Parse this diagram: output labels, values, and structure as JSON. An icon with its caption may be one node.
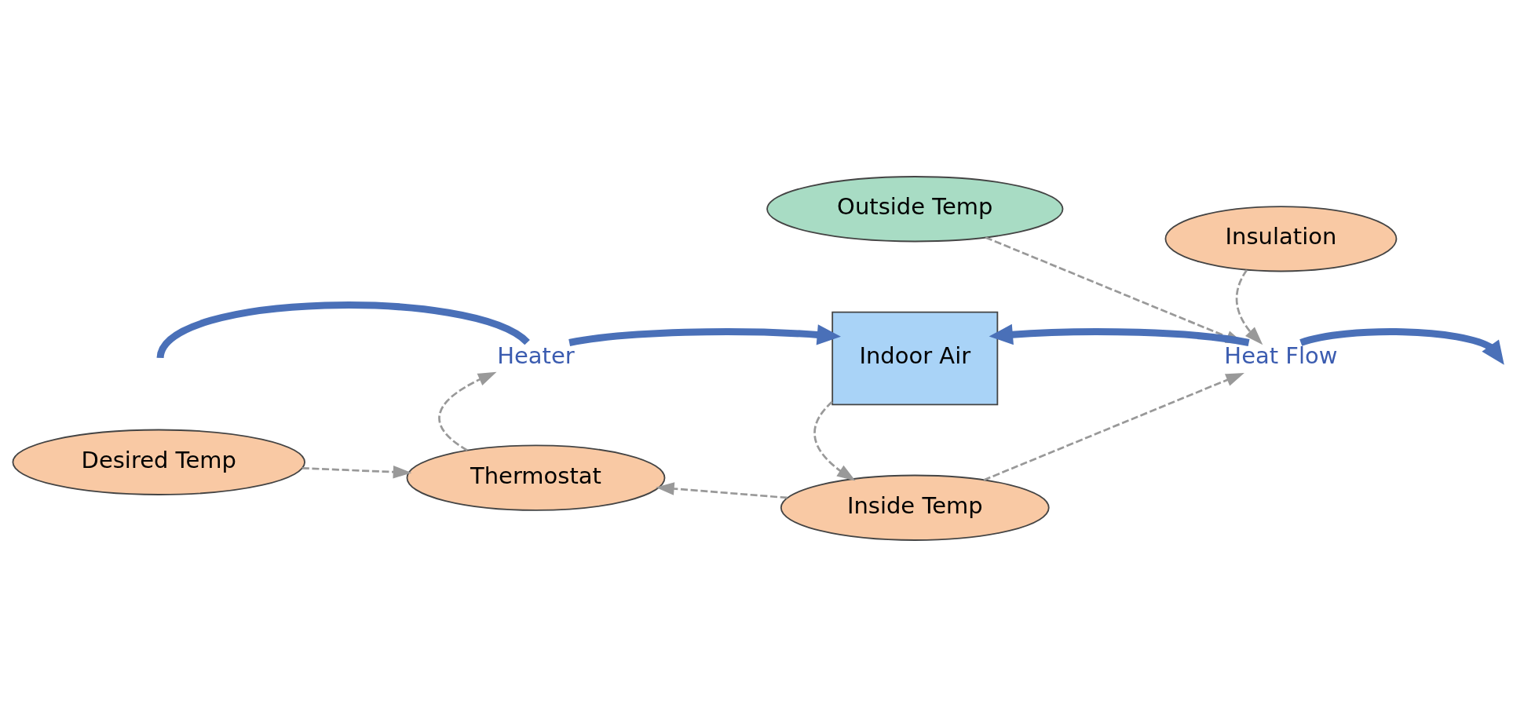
{
  "diagram": {
    "nodes": [
      {
        "text": [
          "Outside Temp"
        ]
      },
      {
        "text": [
          "Insulation"
        ]
      },
      {
        "text": [
          "Indoor Air"
        ]
      },
      {
        "text": [
          "Heater"
        ]
      },
      {
        "text": [
          "Heat Flow"
        ]
      },
      {
        "text": [
          "Thermostat"
        ]
      },
      {
        "text": [
          "Desired Temp"
        ]
      },
      {
        "text": [
          "Inside Temp"
        ]
      }
    ],
    "edges": [
      {
        "from": null,
        "to": 3,
        "arrow": "none",
        "style": "thick",
        "color": "#4a70b8"
      },
      {
        "from": 3,
        "to": 2,
        "arrow": "to",
        "style": "thick",
        "color": "#4a70b8"
      },
      {
        "from": 4,
        "to": 2,
        "arrow": "to",
        "style": "thick",
        "color": "#4a70b8"
      },
      {
        "from": 4,
        "to": null,
        "arrow": "to",
        "style": "thick",
        "color": "#4a70b8"
      },
      {
        "from": 0,
        "to": 4,
        "arrow": "to",
        "style": "dashed"
      },
      {
        "from": 1,
        "to": 4,
        "arrow": "to",
        "style": "dashed"
      },
      {
        "from": 7,
        "to": 4,
        "arrow": "to",
        "style": "dashed"
      },
      {
        "from": 2,
        "to": 7,
        "arrow": "to",
        "style": "dashed"
      },
      {
        "from": 5,
        "to": 3,
        "arrow": "to",
        "style": "dashed"
      },
      {
        "from": 6,
        "to": 5,
        "arrow": "to",
        "style": "dashed"
      },
      {
        "from": 7,
        "to": 5,
        "arrow": "to",
        "style": "dashed"
      }
    ]
  }
}
